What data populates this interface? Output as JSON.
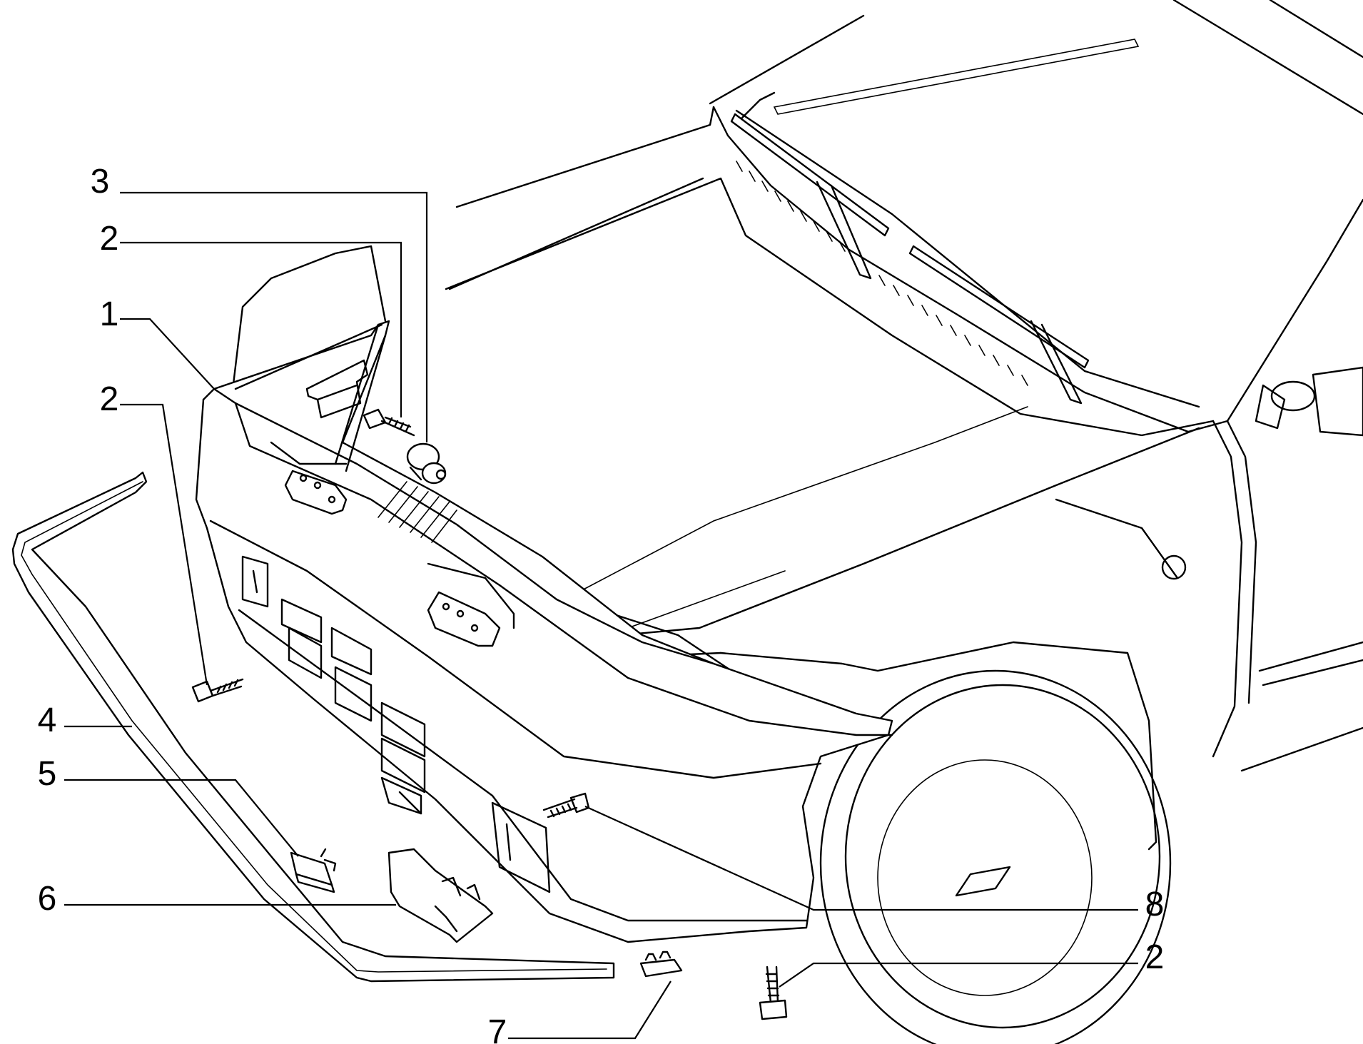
{
  "callouts": {
    "c1": "1",
    "c2a": "2",
    "c2b": "2",
    "c2c": "2",
    "c3": "3",
    "c4": "4",
    "c5": "5",
    "c6": "6",
    "c7": "7",
    "c8": "8"
  },
  "colors": {
    "line": "#000000",
    "background": "#ffffff"
  }
}
